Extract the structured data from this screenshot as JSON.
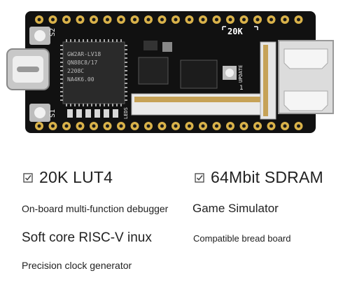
{
  "product": {
    "silkscreen_top": "20K",
    "silkscreen_s2": "S2",
    "silkscreen_s1": "S1",
    "silkscreen_update": "UPDATE",
    "silkscreen_pin1": "1",
    "silkscreen_leds": "LEDS",
    "chip_main_lines": [
      "GW2AR-LV18",
      "QN88C8/17",
      "2208C",
      "NA4K6.00"
    ]
  },
  "features": {
    "f1": "20K LUT4",
    "f2": "64Mbit SDRAM",
    "f3": "On-board multi-function debugger",
    "f4": "Game Simulator",
    "f5": "Soft core RISC-V inux",
    "f6": "Compatible bread board",
    "f7": "Precision clock generator"
  },
  "colors": {
    "pcb": "#111111",
    "pad_gold": "#d9b24a",
    "text": "#222222",
    "icon": "#444444"
  },
  "icons": [
    "checkbox-icon"
  ]
}
